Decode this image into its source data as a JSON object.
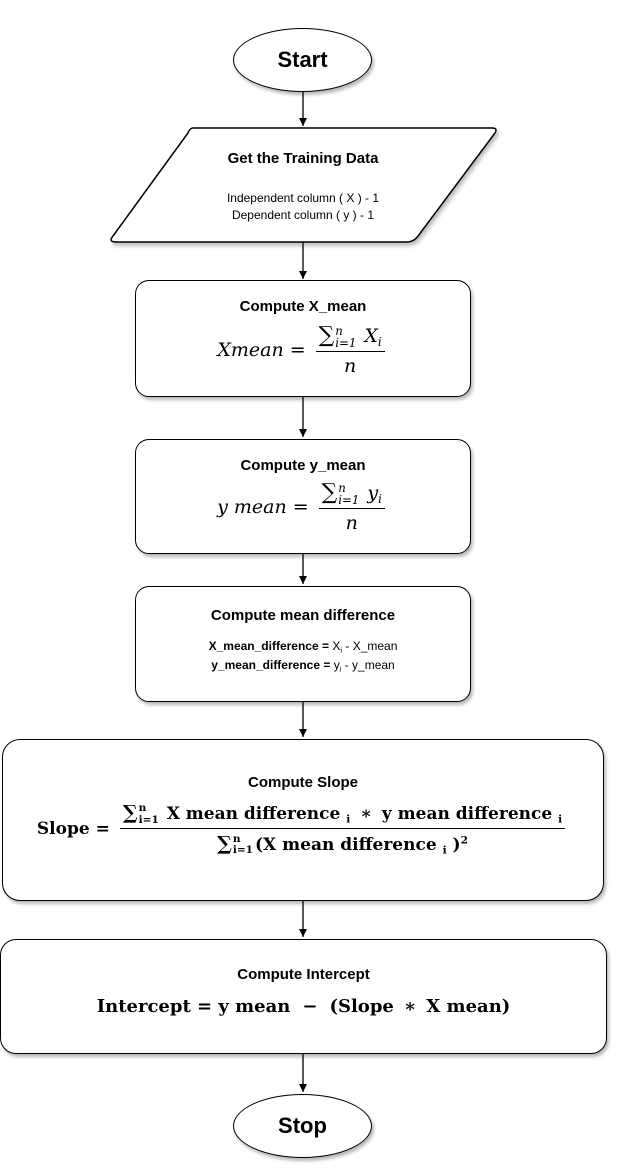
{
  "start": {
    "label": "Start"
  },
  "input": {
    "title": "Get the Training Data",
    "line1": "Independent column ( X ) - 1",
    "line2": "Dependent column ( y ) - 1"
  },
  "xmean": {
    "title": "Compute X_mean",
    "lhs": "Xmean",
    "term": "X",
    "index": "i",
    "sum_lower": "i=1",
    "sum_upper": "n",
    "denominator": "n"
  },
  "ymean": {
    "title": "Compute y_mean",
    "lhs": "y mean",
    "term": "y",
    "index": "i",
    "sum_lower": "i=1",
    "sum_upper": "n",
    "denominator": "n"
  },
  "meandiff": {
    "title": "Compute mean difference",
    "x_label": "X_mean_difference =",
    "x_var": "X",
    "x_sub": "i",
    "x_rest": "- X_mean",
    "y_label": "y_mean_difference =",
    "y_var": "y",
    "y_sub": "i",
    "y_rest": "- y_mean"
  },
  "slope": {
    "title": "Compute Slope",
    "lhs": "Slope",
    "sum_lower": "i=1",
    "sum_upper": "n",
    "num_term_a": "X mean difference",
    "num_sub_a": "i",
    "num_op": "∗",
    "num_term_b": "y mean difference",
    "num_sub_b": "i",
    "den_open": "(X mean difference",
    "den_sub": "i",
    "den_close": ")",
    "den_power": "2"
  },
  "intercept": {
    "title": "Compute Intercept",
    "formula_left": "Intercept = y mean",
    "formula_minus": "−",
    "formula_paren": "(Slope",
    "formula_op": "∗",
    "formula_right": "X mean)"
  },
  "stop": {
    "label": "Stop"
  }
}
